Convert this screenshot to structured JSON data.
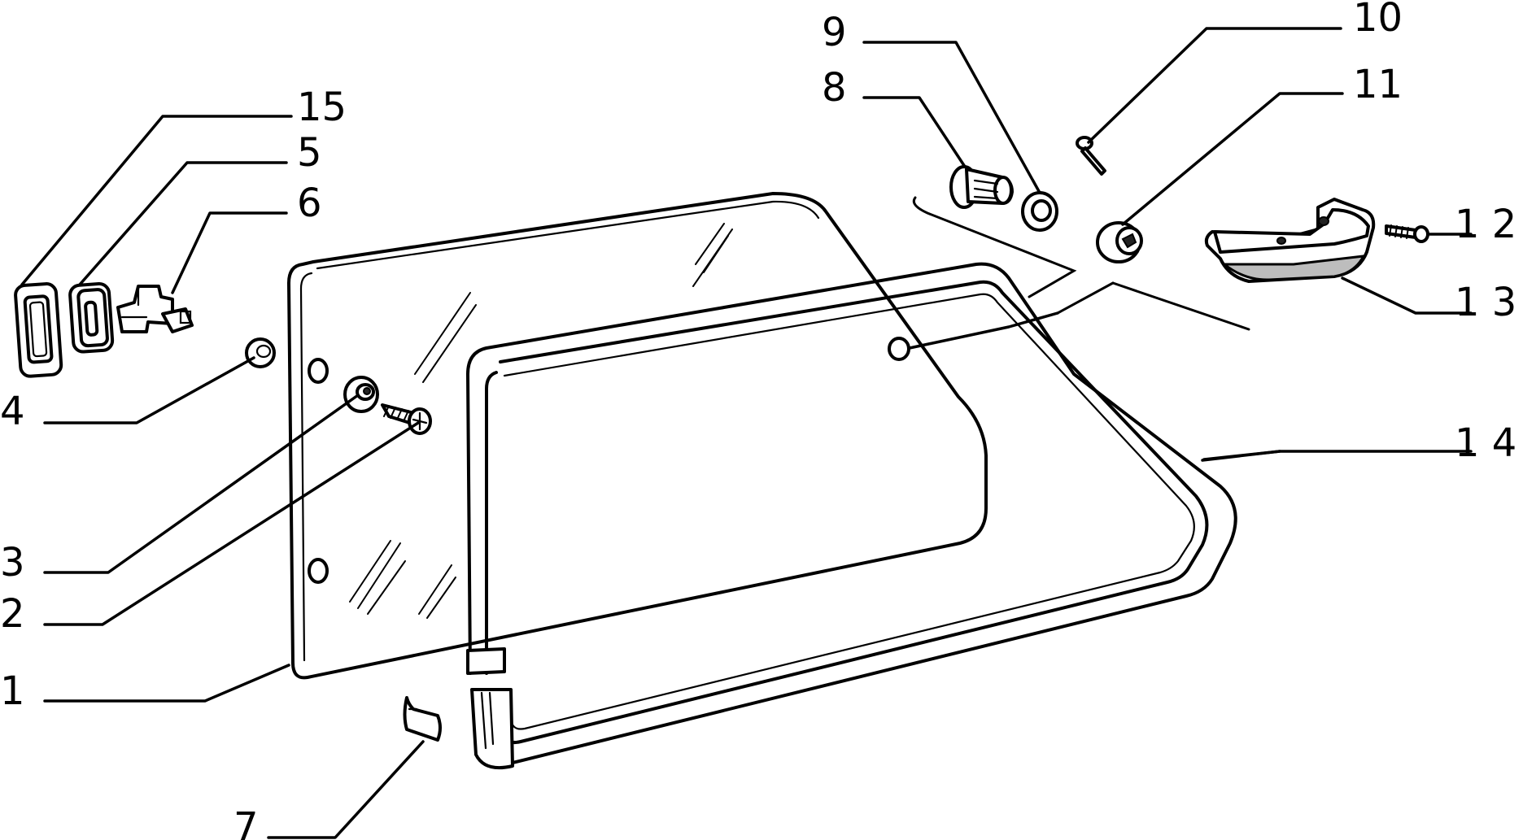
{
  "callouts": {
    "c1": "1",
    "c2": "2",
    "c3": "3",
    "c4": "4",
    "c5": "5",
    "c6": "6",
    "c7": "7",
    "c8": "8",
    "c9": "9",
    "c10": "10",
    "c11": "11",
    "c12": "1 2",
    "c13": "1 3",
    "c14": "1 4",
    "c15": "15"
  }
}
